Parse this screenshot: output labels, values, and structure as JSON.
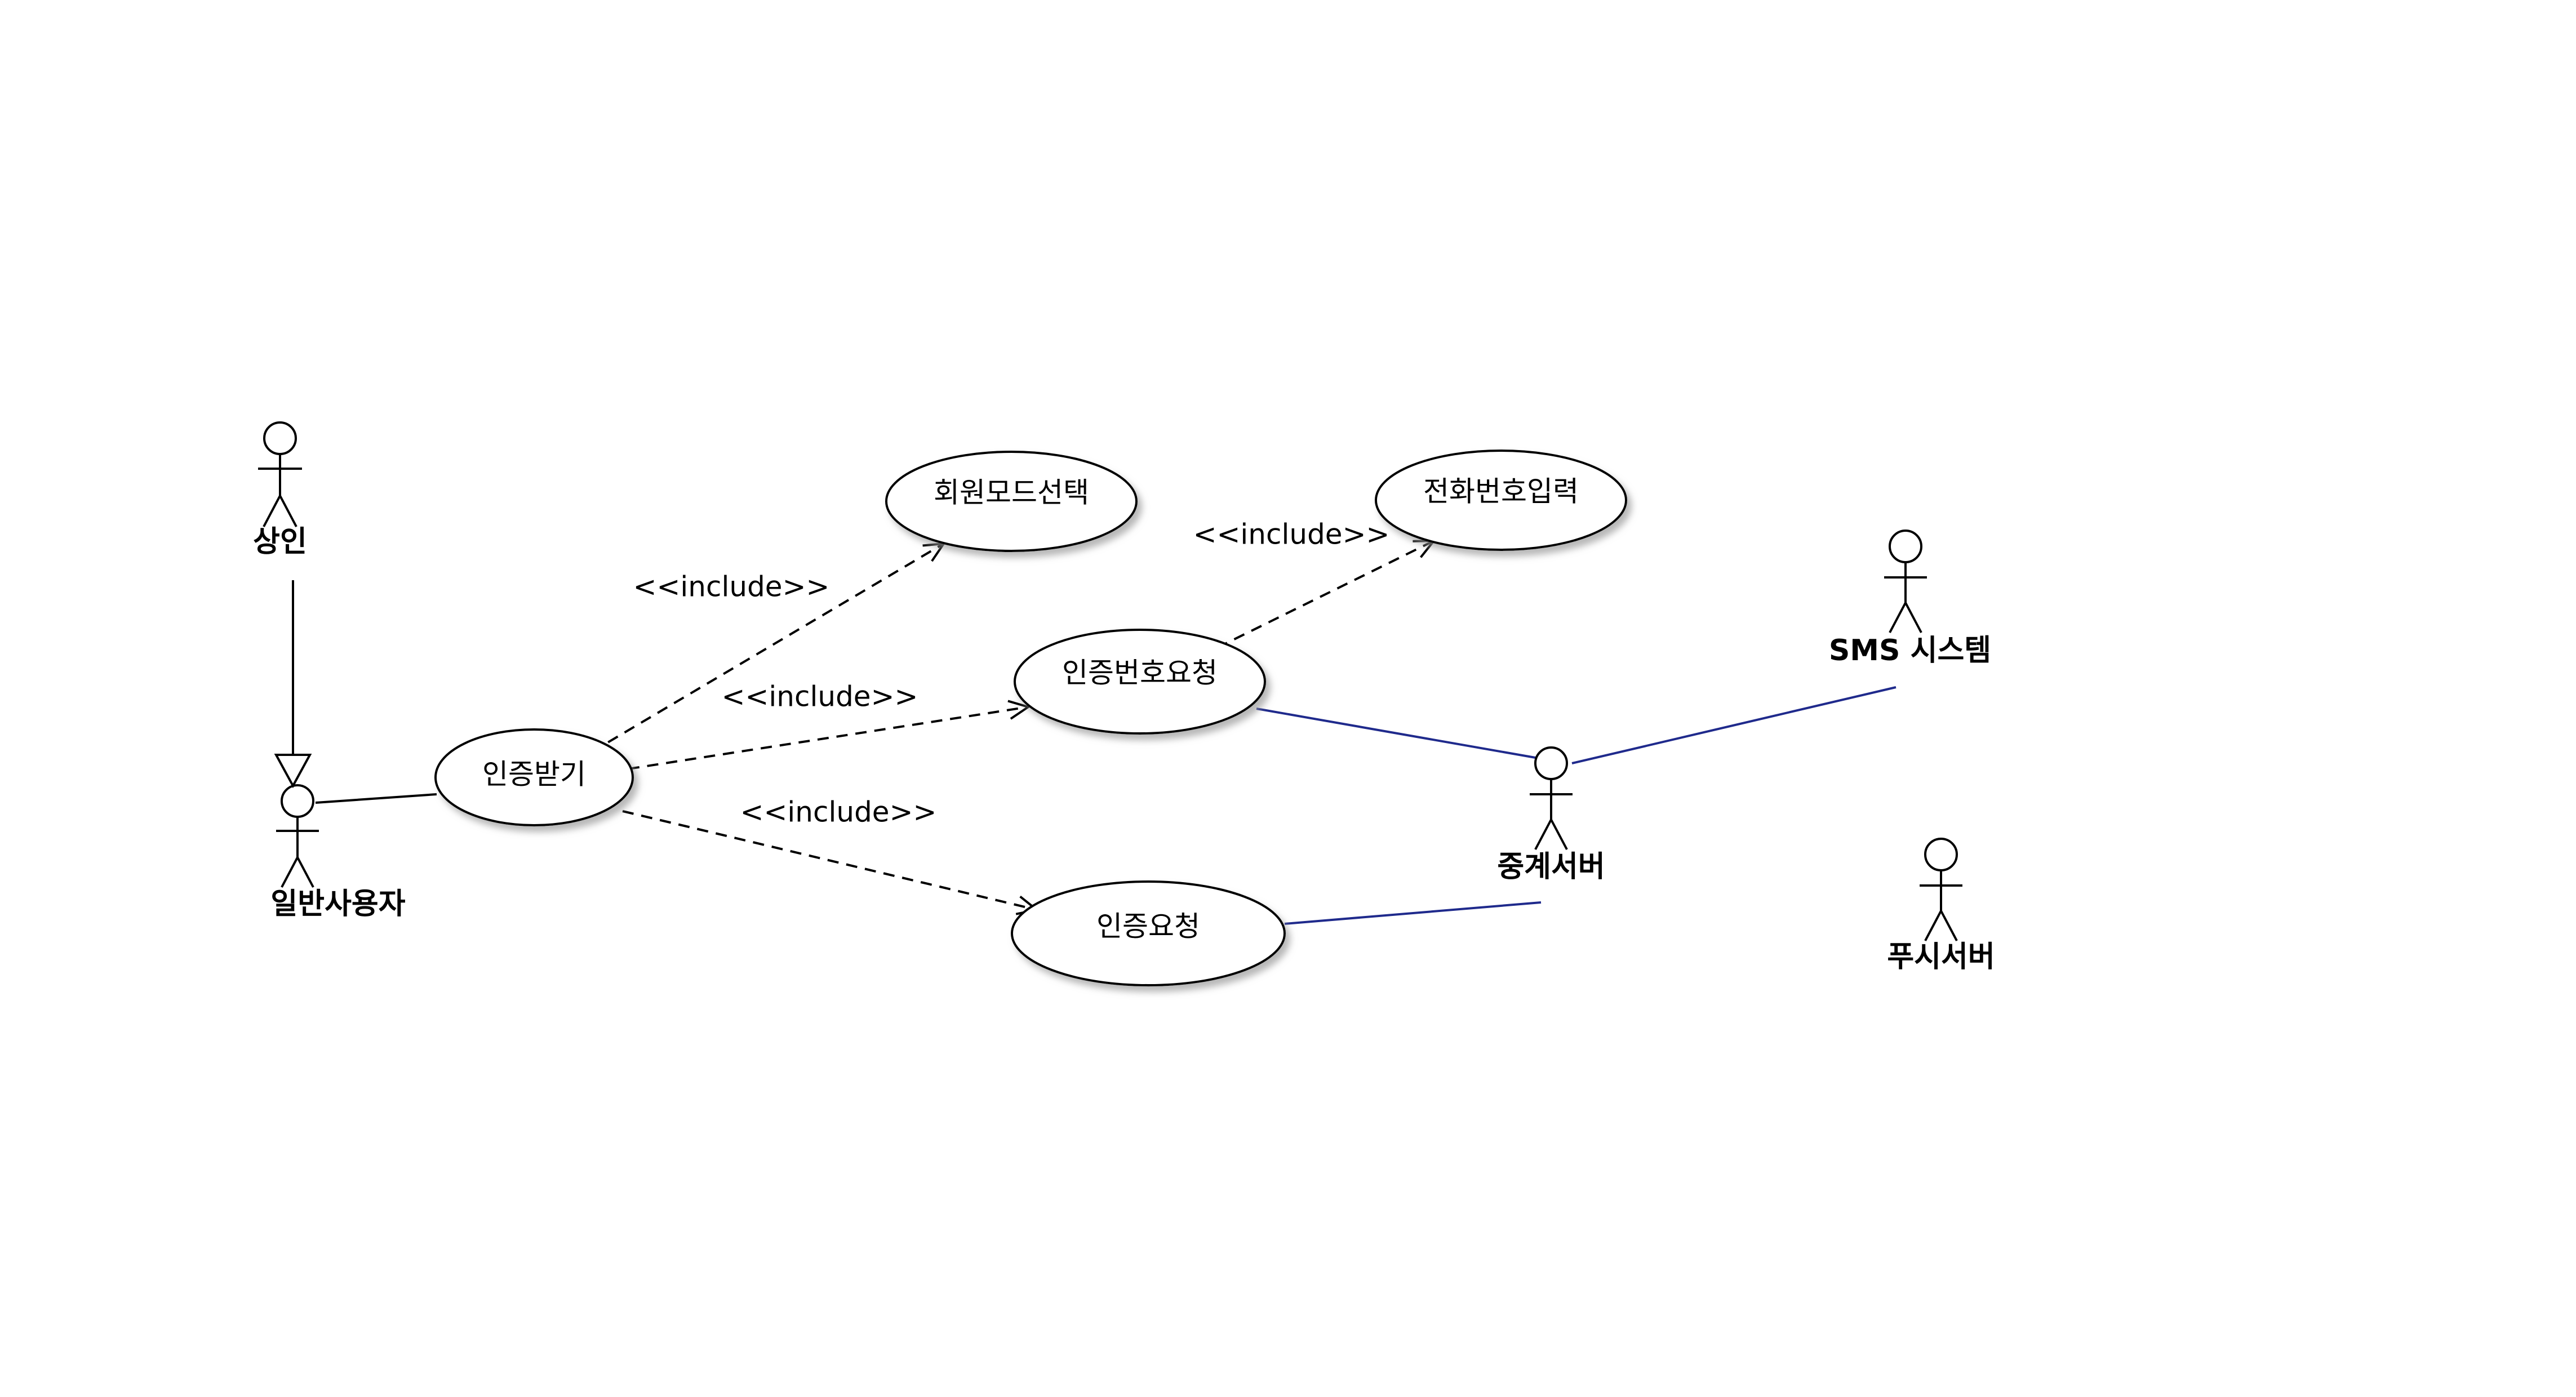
{
  "diagram": {
    "type": "use-case",
    "actors": [
      {
        "id": "merchant",
        "label": "상인"
      },
      {
        "id": "general-user",
        "label": "일반사용자"
      },
      {
        "id": "relay-server",
        "label": "중계서버"
      },
      {
        "id": "sms-system",
        "label": "SMS 시스템"
      },
      {
        "id": "push-server",
        "label": "푸시서버"
      }
    ],
    "use_cases": [
      {
        "id": "authenticate",
        "label": "인증받기"
      },
      {
        "id": "member-mode-select",
        "label": "회원모드선택"
      },
      {
        "id": "phone-input",
        "label": "전화번호입력"
      },
      {
        "id": "auth-number-request",
        "label": "인증번호요청"
      },
      {
        "id": "auth-request",
        "label": "인증요청"
      }
    ],
    "relations": [
      {
        "type": "generalization",
        "from": "merchant",
        "to": "general-user"
      },
      {
        "type": "association",
        "from": "general-user",
        "to": "authenticate"
      },
      {
        "type": "include",
        "from": "authenticate",
        "to": "member-mode-select",
        "label": "<<include>>"
      },
      {
        "type": "include",
        "from": "authenticate",
        "to": "auth-number-request",
        "label": "<<include>>"
      },
      {
        "type": "include",
        "from": "authenticate",
        "to": "auth-request",
        "label": "<<include>>"
      },
      {
        "type": "include",
        "from": "auth-number-request",
        "to": "phone-input",
        "label": "<<include>>"
      },
      {
        "type": "association",
        "from": "auth-number-request",
        "to": "relay-server"
      },
      {
        "type": "association",
        "from": "auth-request",
        "to": "relay-server"
      },
      {
        "type": "association",
        "from": "relay-server",
        "to": "sms-system"
      }
    ],
    "colors": {
      "line": "#000000",
      "association_blue": "#1f2a8c",
      "shadow": "#bbbbbb"
    }
  }
}
